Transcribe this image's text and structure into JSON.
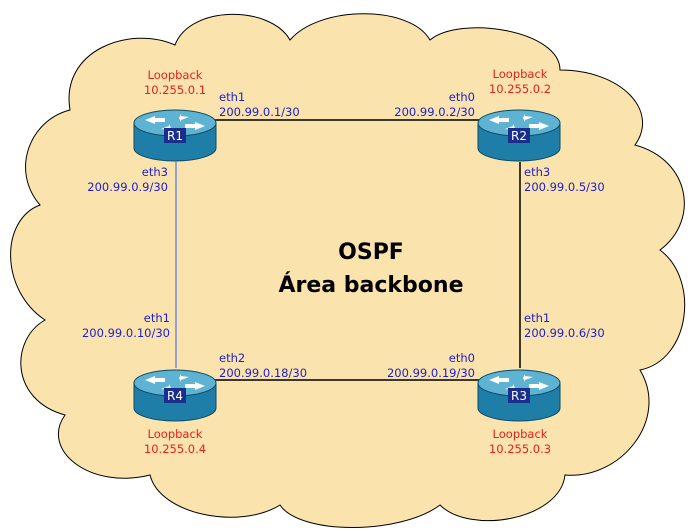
{
  "colors": {
    "cloud_fill": "#fbe3ae",
    "cloud_stroke": "#000000",
    "router_body": "#1f7ea8",
    "router_top": "#5fb3d2",
    "interface_label": "#2020c8",
    "loopback_label": "#e8201c",
    "link_r1_r4": "#5070e8",
    "link_default": "#000000"
  },
  "title": {
    "line1": "OSPF",
    "line2": "Área backbone"
  },
  "routers": {
    "r1": {
      "name": "R1",
      "loopback_label": "Loopback",
      "loopback_ip": "10.255.0.1",
      "eth1_name": "eth1",
      "eth1_ip": "200.99.0.1/30",
      "eth3_name": "eth3",
      "eth3_ip": "200.99.0.9/30"
    },
    "r2": {
      "name": "R2",
      "loopback_label": "Loopback",
      "loopback_ip": "10.255.0.2",
      "eth0_name": "eth0",
      "eth0_ip": "200.99.0.2/30",
      "eth3_name": "eth3",
      "eth3_ip": "200.99.0.5/30"
    },
    "r3": {
      "name": "R3",
      "loopback_label": "Loopback",
      "loopback_ip": "10.255.0.3",
      "eth1_name": "eth1",
      "eth1_ip": "200.99.0.6/30",
      "eth0_name": "eth0",
      "eth0_ip": "200.99.0.19/30"
    },
    "r4": {
      "name": "R4",
      "loopback_label": "Loopback",
      "loopback_ip": "10.255.0.4",
      "eth1_name": "eth1",
      "eth1_ip": "200.99.0.10/30",
      "eth2_name": "eth2",
      "eth2_ip": "200.99.0.18/30"
    }
  },
  "links": [
    {
      "from": "R1",
      "to": "R2"
    },
    {
      "from": "R2",
      "to": "R3"
    },
    {
      "from": "R3",
      "to": "R4"
    },
    {
      "from": "R4",
      "to": "R1"
    }
  ]
}
